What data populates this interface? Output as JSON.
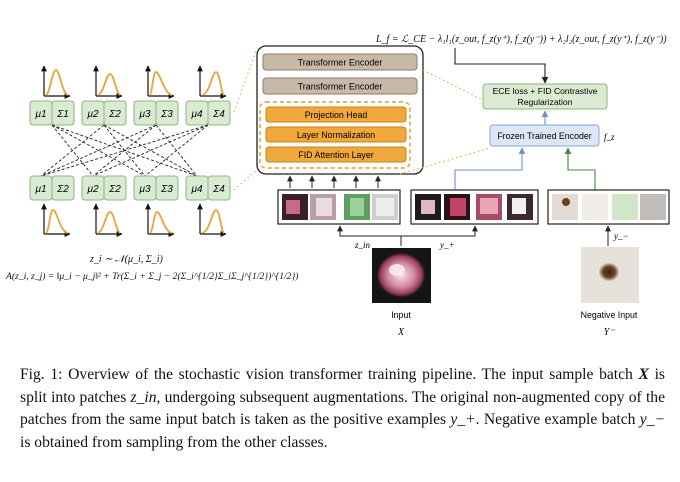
{
  "figure": {
    "loss_formula": "L_f = ℒ_CE − λ₁l₁(z_out, f_z(y⁺), f_z(y⁻)) + λ₂l₂(z_out, f_z(y⁺), f_z(y⁻))",
    "encoder": {
      "transformer_1": "Transformer Encoder",
      "transformer_2": "Transformer Encoder",
      "projection_head": "Projection Head",
      "layer_norm": "Layer Normalization",
      "fid_attention": "FID Attention Layer"
    },
    "ece_box_line1": "ECE loss + FID Contrastive",
    "ece_box_line2": "Regularization",
    "frozen_encoder": "Frozen Trained Encoder",
    "fz_label": "f_z",
    "gauss_top": [
      {
        "mu": "μ1",
        "sigma": "Σ1"
      },
      {
        "mu": "μ2",
        "sigma": "Σ2"
      },
      {
        "mu": "μ3",
        "sigma": "Σ3"
      },
      {
        "mu": "μ4",
        "sigma": "Σ4"
      }
    ],
    "gauss_bottom": [
      {
        "mu": "μ1",
        "sigma": "Σ2"
      },
      {
        "mu": "μ2",
        "sigma": "Σ2"
      },
      {
        "mu": "μ3",
        "sigma": "Σ3"
      },
      {
        "mu": "μ4",
        "sigma": "Σ4"
      }
    ],
    "dist_formula": "z_i ∼ 𝒩(μ_i, Σ_i)",
    "a_formula": "A(z_i, z_j) = ‖μ_i − μ_j‖² + Tr(Σ_i + Σ_j − 2(Σ_i^{1/2}Σ_iΣ_j^{1/2})^{1/2})",
    "z_in": "z_in",
    "y_plus": "y_+",
    "y_minus": "y_−",
    "input_label": "Input",
    "input_var": "X",
    "neg_label": "Negative Input",
    "neg_var": "Y⁻"
  },
  "caption": {
    "p1": "Fig. 1: Overview of the stochastic vision transformer training pipeline. The input sample batch ",
    "X": "X",
    "p2": " is split into patches ",
    "zin": "z_in",
    "p3": ", undergoing subsequent augmentations. The original non-augmented copy of the patches from the same input batch is taken as the positive examples ",
    "yplus": "y_+",
    "p4": ". Negative example batch ",
    "yminus": "y_−",
    "p5": " is obtained from sampling from the other classes."
  }
}
